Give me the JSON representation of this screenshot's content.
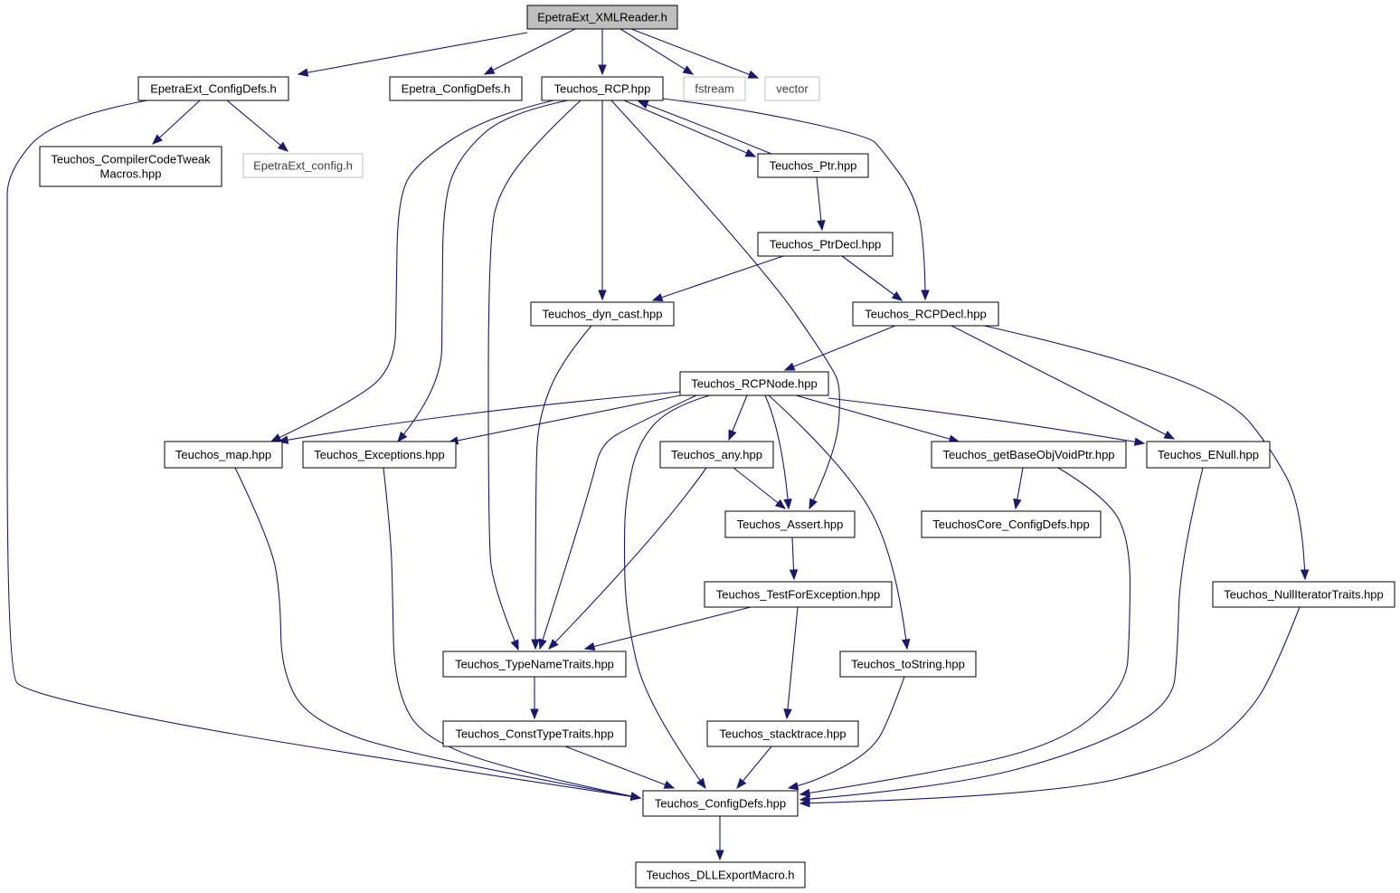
{
  "diagram": {
    "nodes": [
      {
        "id": "xmlreader",
        "label": "EpetraExt_XMLReader.h",
        "style": "root"
      },
      {
        "id": "epetraext_configdefs",
        "label": "EpetraExt_ConfigDefs.h",
        "style": "normal"
      },
      {
        "id": "epetra_configdefs",
        "label": "Epetra_ConfigDefs.h",
        "style": "normal"
      },
      {
        "id": "rcp",
        "label": "Teuchos_RCP.hpp",
        "style": "normal"
      },
      {
        "id": "fstream",
        "label": "fstream",
        "style": "external"
      },
      {
        "id": "vector",
        "label": "vector",
        "style": "external"
      },
      {
        "id": "compilercodetweak",
        "label": "Teuchos_CompilerCodeTweak\nMacros.hpp",
        "style": "normal"
      },
      {
        "id": "epetraext_config",
        "label": "EpetraExt_config.h",
        "style": "external"
      },
      {
        "id": "ptr",
        "label": "Teuchos_Ptr.hpp",
        "style": "normal"
      },
      {
        "id": "ptrdecl",
        "label": "Teuchos_PtrDecl.hpp",
        "style": "normal"
      },
      {
        "id": "dyncast",
        "label": "Teuchos_dyn_cast.hpp",
        "style": "normal"
      },
      {
        "id": "rcpdecl",
        "label": "Teuchos_RCPDecl.hpp",
        "style": "normal"
      },
      {
        "id": "rcpnode",
        "label": "Teuchos_RCPNode.hpp",
        "style": "normal"
      },
      {
        "id": "map",
        "label": "Teuchos_map.hpp",
        "style": "normal"
      },
      {
        "id": "exceptions",
        "label": "Teuchos_Exceptions.hpp",
        "style": "normal"
      },
      {
        "id": "any",
        "label": "Teuchos_any.hpp",
        "style": "normal"
      },
      {
        "id": "getbaseobj",
        "label": "Teuchos_getBaseObjVoidPtr.hpp",
        "style": "normal"
      },
      {
        "id": "enull",
        "label": "Teuchos_ENull.hpp",
        "style": "normal"
      },
      {
        "id": "assert",
        "label": "Teuchos_Assert.hpp",
        "style": "normal"
      },
      {
        "id": "teuchoscore_configdefs",
        "label": "TeuchosCore_ConfigDefs.hpp",
        "style": "normal"
      },
      {
        "id": "testforexception",
        "label": "Teuchos_TestForException.hpp",
        "style": "normal"
      },
      {
        "id": "nulliterator",
        "label": "Teuchos_NullIteratorTraits.hpp",
        "style": "normal"
      },
      {
        "id": "typenametraits",
        "label": "Teuchos_TypeNameTraits.hpp",
        "style": "normal"
      },
      {
        "id": "tostring",
        "label": "Teuchos_toString.hpp",
        "style": "normal"
      },
      {
        "id": "consttypetraits",
        "label": "Teuchos_ConstTypeTraits.hpp",
        "style": "normal"
      },
      {
        "id": "stacktrace",
        "label": "Teuchos_stacktrace.hpp",
        "style": "normal"
      },
      {
        "id": "teuchos_configdefs",
        "label": "Teuchos_ConfigDefs.hpp",
        "style": "normal"
      },
      {
        "id": "dllexport",
        "label": "Teuchos_DLLExportMacro.h",
        "style": "normal"
      }
    ],
    "edges": [
      {
        "from": "xmlreader",
        "to": "epetraext_configdefs"
      },
      {
        "from": "xmlreader",
        "to": "epetra_configdefs"
      },
      {
        "from": "xmlreader",
        "to": "rcp"
      },
      {
        "from": "xmlreader",
        "to": "fstream"
      },
      {
        "from": "xmlreader",
        "to": "vector"
      },
      {
        "from": "epetraext_configdefs",
        "to": "compilercodetweak"
      },
      {
        "from": "epetraext_configdefs",
        "to": "epetraext_config"
      },
      {
        "from": "epetraext_configdefs",
        "to": "teuchos_configdefs"
      },
      {
        "from": "rcp",
        "to": "ptr"
      },
      {
        "from": "rcp",
        "to": "dyncast"
      },
      {
        "from": "rcp",
        "to": "rcpdecl"
      },
      {
        "from": "rcp",
        "to": "map"
      },
      {
        "from": "rcp",
        "to": "exceptions"
      },
      {
        "from": "rcp",
        "to": "typenametraits"
      },
      {
        "from": "rcp",
        "to": "assert"
      },
      {
        "from": "ptr",
        "to": "rcp"
      },
      {
        "from": "ptr",
        "to": "ptrdecl"
      },
      {
        "from": "ptrdecl",
        "to": "dyncast"
      },
      {
        "from": "ptrdecl",
        "to": "rcpdecl"
      },
      {
        "from": "dyncast",
        "to": "typenametraits"
      },
      {
        "from": "rcpdecl",
        "to": "rcpnode"
      },
      {
        "from": "rcpdecl",
        "to": "enull"
      },
      {
        "from": "rcpdecl",
        "to": "nulliterator"
      },
      {
        "from": "rcpnode",
        "to": "map"
      },
      {
        "from": "rcpnode",
        "to": "exceptions"
      },
      {
        "from": "rcpnode",
        "to": "typenametraits"
      },
      {
        "from": "rcpnode",
        "to": "teuchos_configdefs"
      },
      {
        "from": "rcpnode",
        "to": "any"
      },
      {
        "from": "rcpnode",
        "to": "assert"
      },
      {
        "from": "rcpnode",
        "to": "tostring"
      },
      {
        "from": "rcpnode",
        "to": "getbaseobj"
      },
      {
        "from": "rcpnode",
        "to": "enull"
      },
      {
        "from": "map",
        "to": "teuchos_configdefs"
      },
      {
        "from": "exceptions",
        "to": "teuchos_configdefs"
      },
      {
        "from": "any",
        "to": "assert"
      },
      {
        "from": "any",
        "to": "typenametraits"
      },
      {
        "from": "getbaseobj",
        "to": "teuchoscore_configdefs"
      },
      {
        "from": "getbaseobj",
        "to": "teuchos_configdefs"
      },
      {
        "from": "enull",
        "to": "teuchos_configdefs"
      },
      {
        "from": "assert",
        "to": "testforexception"
      },
      {
        "from": "testforexception",
        "to": "typenametraits"
      },
      {
        "from": "testforexception",
        "to": "stacktrace"
      },
      {
        "from": "nulliterator",
        "to": "teuchos_configdefs"
      },
      {
        "from": "typenametraits",
        "to": "consttypetraits"
      },
      {
        "from": "tostring",
        "to": "teuchos_configdefs"
      },
      {
        "from": "consttypetraits",
        "to": "teuchos_configdefs"
      },
      {
        "from": "stacktrace",
        "to": "teuchos_configdefs"
      },
      {
        "from": "teuchos_configdefs",
        "to": "dllexport"
      }
    ]
  },
  "colors": {
    "edge": "#191970",
    "root_fill": "#bfbfbf",
    "external_border": "#bfbfbf",
    "node_border": "#000000",
    "background": "#ffffff"
  }
}
